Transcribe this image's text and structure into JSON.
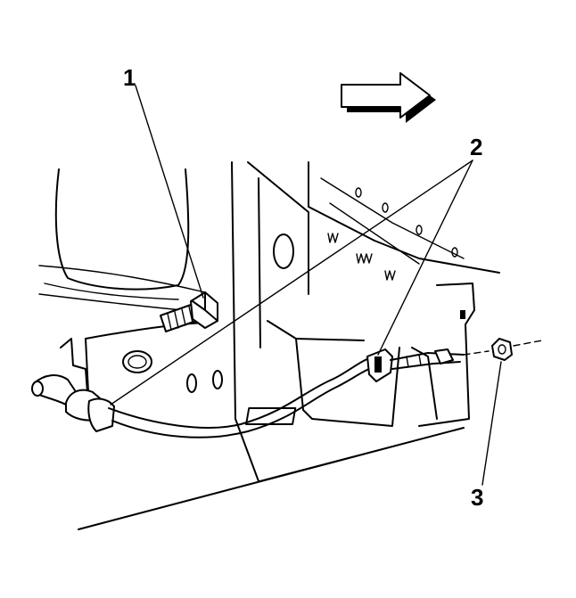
{
  "callouts": {
    "one": "1",
    "two": "2",
    "three": "3"
  },
  "icons": {
    "direction_arrow": "arrow-right-icon"
  }
}
